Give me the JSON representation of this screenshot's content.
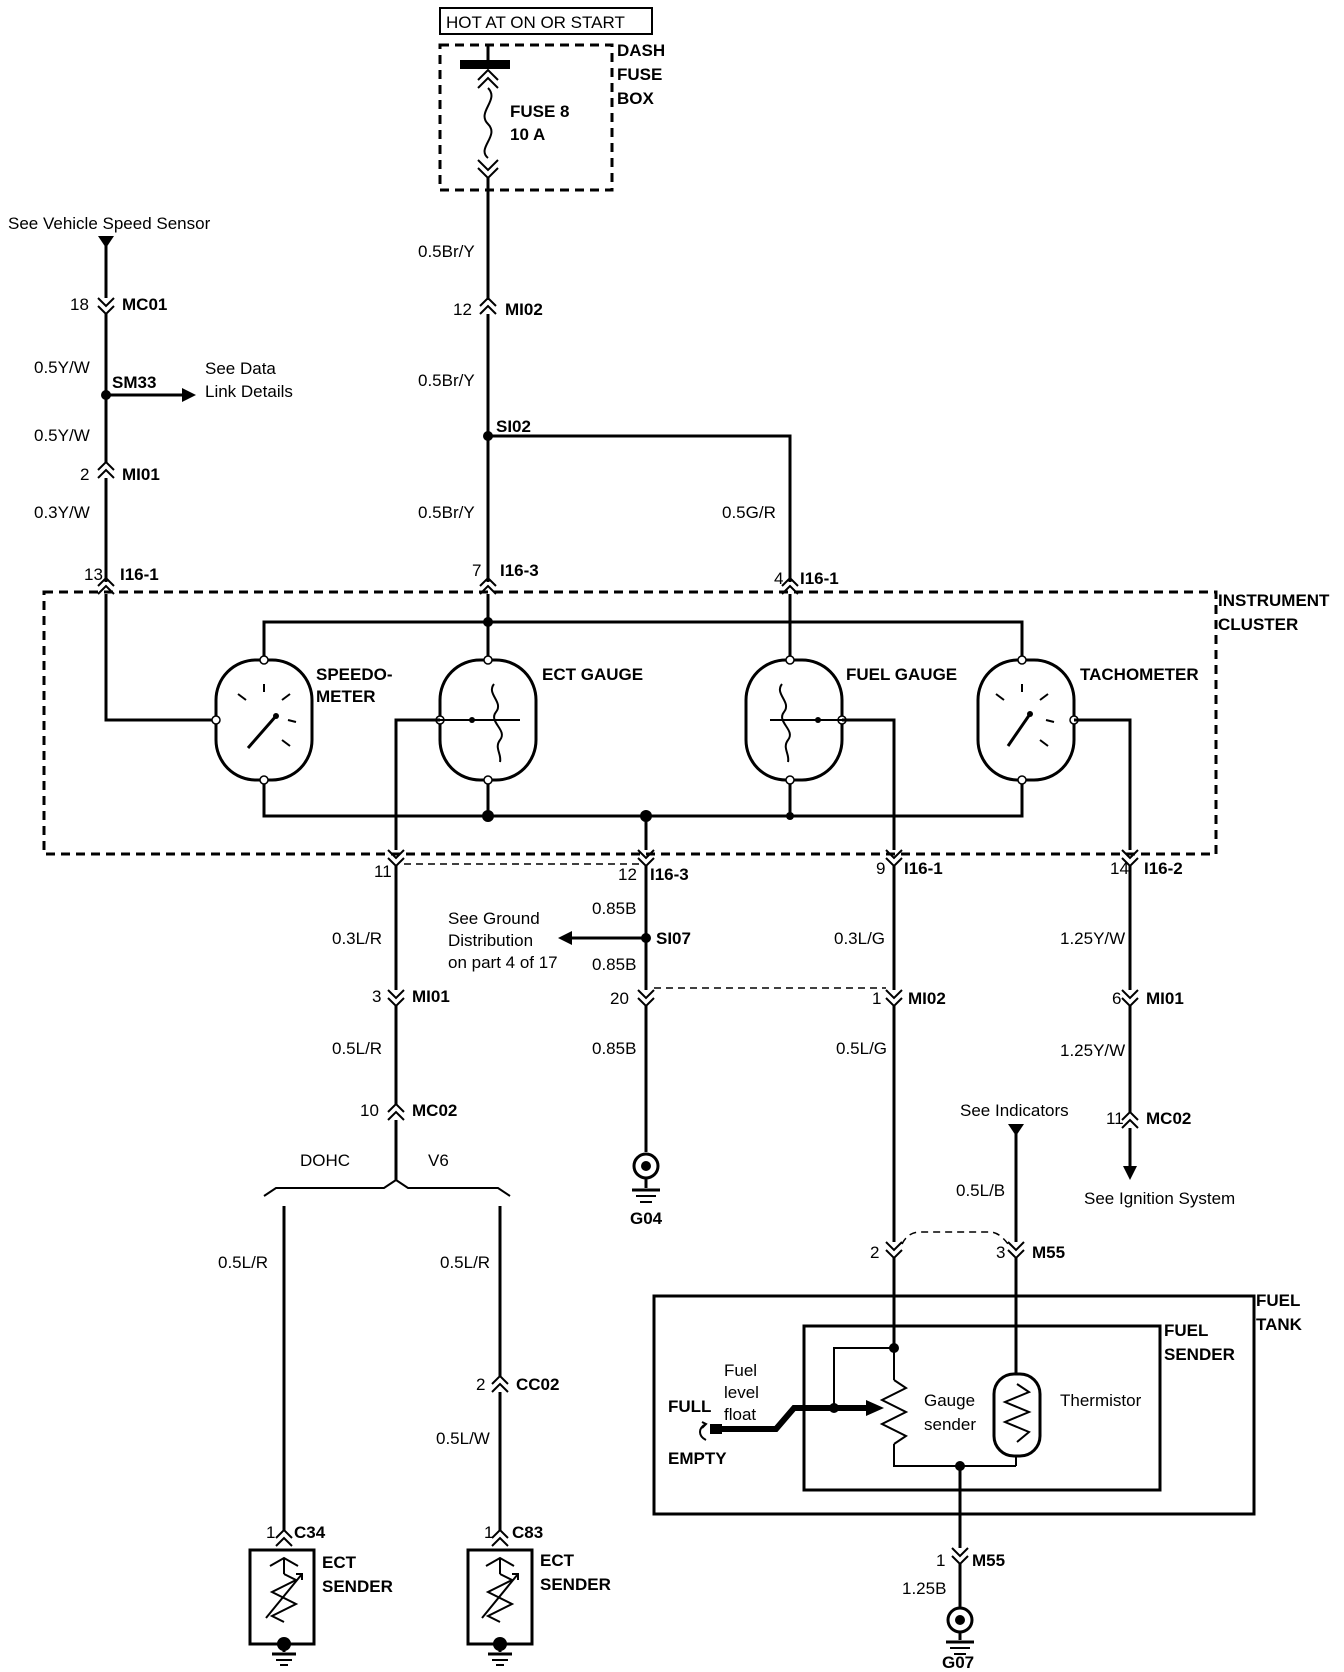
{
  "power": {
    "source_label": "HOT AT ON OR START",
    "fuse_box_line1": "DASH",
    "fuse_box_line2": "FUSE",
    "fuse_box_line3": "BOX",
    "fuse_name": "FUSE 8",
    "fuse_rating": "10 A"
  },
  "wires": {
    "br_y_1": "0.5Br/Y",
    "br_y_2": "0.5Br/Y",
    "br_y_3": "0.5Br/Y",
    "g_r": "0.5G/R",
    "y_w_1": "0.5Y/W",
    "y_w_2": "0.5Y/W",
    "y_w_3": "0.3Y/W",
    "l_r_1": "0.3L/R",
    "l_r_2": "0.5L/R",
    "l_r_dohc": "0.5L/R",
    "l_r_v6": "0.5L/R",
    "l_w": "0.5L/W",
    "b_1": "0.85B",
    "b_2": "0.85B",
    "b_3": "0.85B",
    "l_g_1": "0.3L/G",
    "l_g_2": "0.5L/G",
    "y_w_125_1": "1.25Y/W",
    "y_w_125_2": "1.25Y/W",
    "l_b": "0.5L/B",
    "b_125": "1.25B"
  },
  "connectors": {
    "mi02_top_pin": "12",
    "mi02_top": "MI02",
    "mc01_pin": "18",
    "mc01": "MC01",
    "mi01_left_pin": "2",
    "mi01_left": "MI01",
    "i16_1_left_pin": "13",
    "i16_1_left": "I16-1",
    "i16_3_top_pin": "7",
    "i16_3_top": "I16-3",
    "i16_1_top_pin": "4",
    "i16_1_top": "I16-1",
    "pin_11": "11",
    "i16_3_bot_pin": "12",
    "i16_3_bot": "I16-3",
    "i16_1_bot_pin": "9",
    "i16_1_bot": "I16-1",
    "i16_2_pin": "14",
    "i16_2": "I16-2",
    "mi01_ect_pin": "3",
    "mi01_ect": "MI01",
    "pin_20": "20",
    "mi02_fuel_pin": "1",
    "mi02_fuel": "MI02",
    "mi01_tach_pin": "6",
    "mi01_tach": "MI01",
    "mc02_ect_pin": "10",
    "mc02_ect": "MC02",
    "mc02_tach_pin": "11",
    "mc02_tach": "MC02",
    "cc02_pin": "2",
    "cc02": "CC02",
    "c34_pin": "1",
    "c34": "C34",
    "c83_pin": "1",
    "c83": "C83",
    "m55_top_pin_a": "2",
    "m55_top_pin_b": "3",
    "m55_top": "M55",
    "m55_bot_pin": "1",
    "m55_bot": "M55"
  },
  "splices": {
    "sm33": "SM33",
    "si02": "SI02",
    "si07": "SI07"
  },
  "grounds": {
    "g04": "G04",
    "g07": "G07"
  },
  "references": {
    "vehicle_speed": "See Vehicle Speed Sensor",
    "data_link_1": "See Data",
    "data_link_2": "Link Details",
    "ground_dist_1": "See Ground",
    "ground_dist_2": "Distribution",
    "ground_dist_3": "on part 4 of 17",
    "indicators": "See Indicators",
    "ignition": "See Ignition System"
  },
  "cluster": {
    "title_1": "INSTRUMENT",
    "title_2": "CLUSTER",
    "speedo_1": "SPEEDO-",
    "speedo_2": "METER",
    "ect_gauge": "ECT GAUGE",
    "fuel_gauge": "FUEL GAUGE",
    "tachometer": "TACHOMETER"
  },
  "variants": {
    "dohc": "DOHC",
    "v6": "V6"
  },
  "sensors": {
    "ect_1": "ECT",
    "ect_2": "SENDER",
    "ect_b1": "ECT",
    "ect_b2": "SENDER"
  },
  "fuel_tank": {
    "tank_1": "FUEL",
    "tank_2": "TANK",
    "sender_1": "FUEL",
    "sender_2": "SENDER",
    "float_1": "Fuel",
    "float_2": "level",
    "float_3": "float",
    "full": "FULL",
    "empty": "EMPTY",
    "gauge_1": "Gauge",
    "gauge_2": "sender",
    "thermistor": "Thermistor"
  }
}
